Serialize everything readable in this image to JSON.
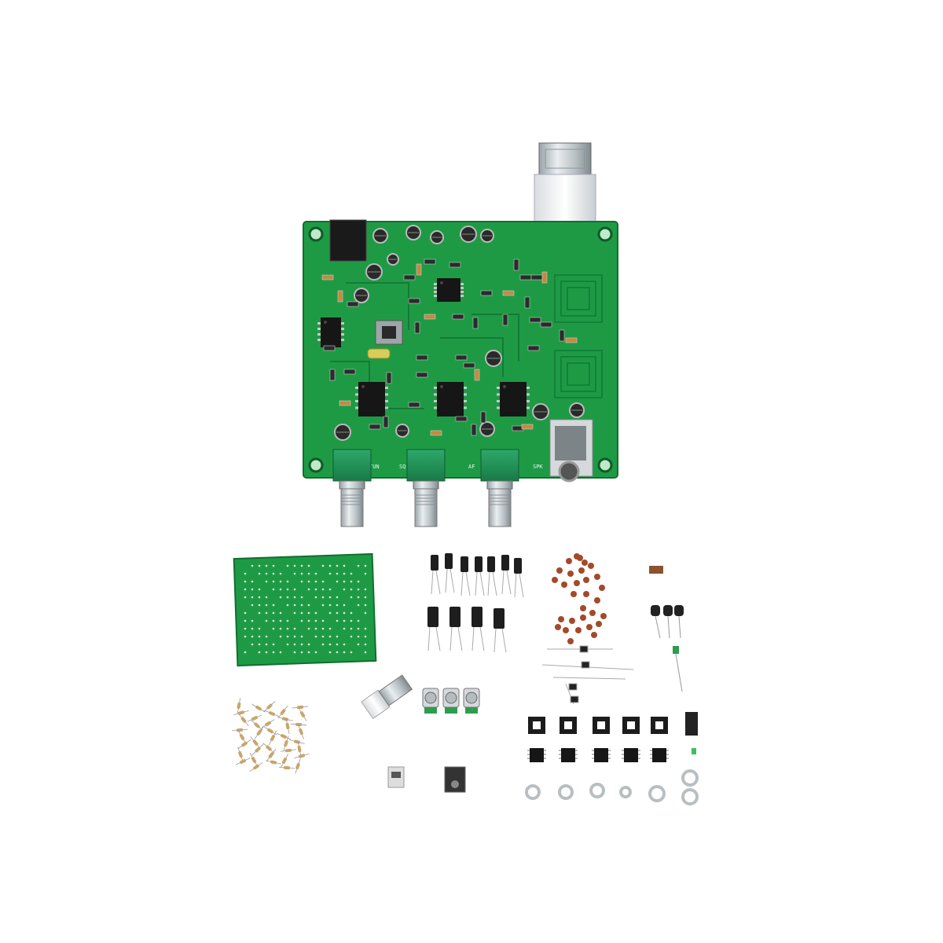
{
  "scene": {
    "background_color": "#ffffff",
    "pcb_color": "#1e9a45",
    "pcb_dark": "#157a35",
    "silkscreen_color": "#e8f5ea"
  },
  "board": {
    "labels": {
      "tun": "TUN",
      "sq": "SQ",
      "af": "AF",
      "spk": "SPK"
    },
    "knob_count": 3,
    "ic_count": 5
  },
  "kit_parts": {
    "electrolytic_capacitors": 10,
    "ceramic_capacitors": 30,
    "trimmer_pots": 3,
    "ic_sockets": 5,
    "ics": 5,
    "washers": 7,
    "resistors": 40
  },
  "icons": {
    "bnc": "bnc-connector-icon",
    "knob": "potentiometer-knob-icon",
    "jack": "audio-jack-icon",
    "power": "dc-power-jack-icon"
  }
}
